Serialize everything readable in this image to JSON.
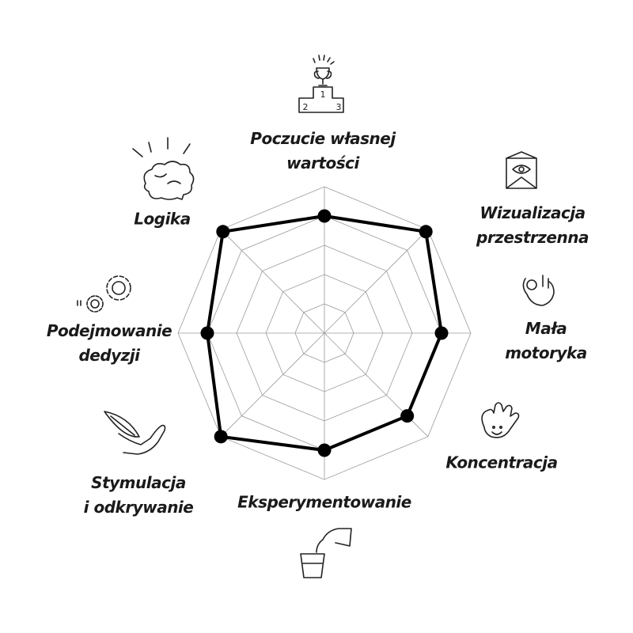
{
  "chart_data": {
    "type": "radar",
    "title": "",
    "rmax": 5,
    "rings": 5,
    "grid": true,
    "categories": [
      {
        "lines": [
          "Poczucie własnej",
          "wartości"
        ],
        "icon": "trophy-podium-icon"
      },
      {
        "lines": [
          "Wizualizacja",
          "przestrzenna"
        ],
        "icon": "eye-box-icon"
      },
      {
        "lines": [
          "Mała",
          "motoryka"
        ],
        "icon": "hand-ok-icon"
      },
      {
        "lines": [
          "Koncentracja"
        ],
        "icon": "smiling-hand-icon"
      },
      {
        "lines": [
          "Eksperymentowanie"
        ],
        "icon": "pouring-glass-icon"
      },
      {
        "lines": [
          "Stymulacja",
          "i odkrywanie"
        ],
        "icon": "feather-hand-icon"
      },
      {
        "lines": [
          "Podejmowanie",
          "dedyzji"
        ],
        "icon": "gears-icon"
      },
      {
        "lines": [
          "Logika"
        ],
        "icon": "brain-icon"
      }
    ],
    "values": [
      4,
      4.9,
      4,
      4,
      4,
      5,
      4,
      4.9
    ],
    "line_color": "#000000",
    "grid_color": "#9a9a9a"
  },
  "podium_digits": [
    "1",
    "2",
    "3"
  ]
}
